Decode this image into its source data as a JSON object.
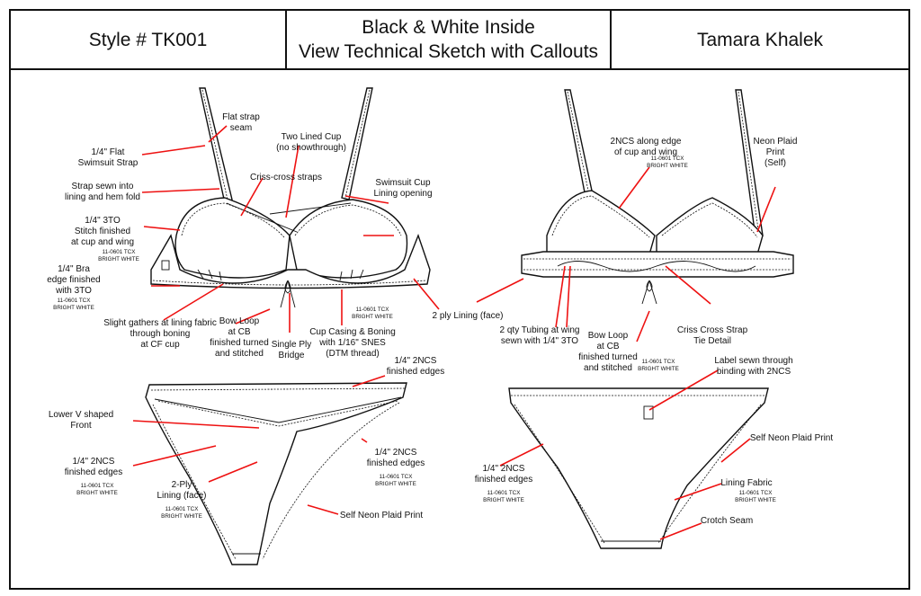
{
  "header": {
    "style": "Style # TK001",
    "title_line1": "Black & White Inside",
    "title_line2": "View Technical Sketch with Callouts",
    "designer": "Tamara Khalek"
  },
  "colors": {
    "arrow": "#e11",
    "line": "#111",
    "background": "#ffffff"
  },
  "callouts": {
    "flat_strap_seam": [
      "Flat strap",
      "seam"
    ],
    "flat_swimsuit_strap": [
      "1/4\" Flat",
      "Swimsuit Strap"
    ],
    "two_lined_cup": [
      "Two Lined Cup",
      "(no showthrough)"
    ],
    "criss_cross_straps": "Criss-cross straps",
    "strap_sewn": [
      "Strap sewn into",
      "lining and hem fold"
    ],
    "swimsuit_cup_lining": [
      "Swimsuit Cup",
      "Lining opening"
    ],
    "stitch_finished": [
      "1/4\" 3TO",
      "Stitch finished",
      "at cup and wing"
    ],
    "color_code": [
      "11-0601 TCX",
      "BRIGHT WHITE"
    ],
    "bra_edge": [
      "1/4\" Bra",
      "edge finished",
      "with 3TO"
    ],
    "slight_gathers": [
      "Slight gathers at lining fabric",
      "through boning",
      "at CF cup"
    ],
    "bow_loop_left": [
      "Bow Loop",
      "at CB",
      "finished turned",
      "and stitched"
    ],
    "single_ply_bridge": [
      "Single Ply",
      "Bridge"
    ],
    "cup_casing": [
      "Cup Casing & Boning",
      "with 1/16\" SNES",
      "(DTM thread)"
    ],
    "two_ply_lining_face": "2 ply Lining (face)",
    "two_ncs_edge": [
      "2NCS along edge",
      "of cup and wing"
    ],
    "neon_plaid_print": [
      "Neon Plaid",
      "Print",
      "(Self)"
    ],
    "tubing_at_wing": [
      "2 qty Tubing at wing",
      "sewn with 1/4\" 3TO"
    ],
    "bow_loop_right": [
      "Bow Loop",
      "at CB",
      "finished turned",
      "and stitched"
    ],
    "criss_cross_tie": [
      "Criss Cross Strap",
      "Tie Detail"
    ],
    "finished_edges_top": [
      "1/4\" 2NCS",
      "finished edges"
    ],
    "label_sewn": [
      "Label sewn through",
      "binding with 2NCS"
    ],
    "lower_v": [
      "Lower V shaped",
      "Front"
    ],
    "finished_edges_left": [
      "1/4\" 2NCS",
      "finished edges"
    ],
    "two_ply_lining": [
      "2-Ply",
      "Lining (face)"
    ],
    "finished_edges_mid": [
      "1/4\" 2NCS",
      "finished edges"
    ],
    "self_neon_left": "Self Neon Plaid Print",
    "self_neon_right": "Self Neon Plaid Print",
    "finished_edges_right": [
      "1/4\" 2NCS",
      "finished edges"
    ],
    "lining_fabric": "Lining Fabric",
    "crotch_seam": "Crotch Seam"
  }
}
